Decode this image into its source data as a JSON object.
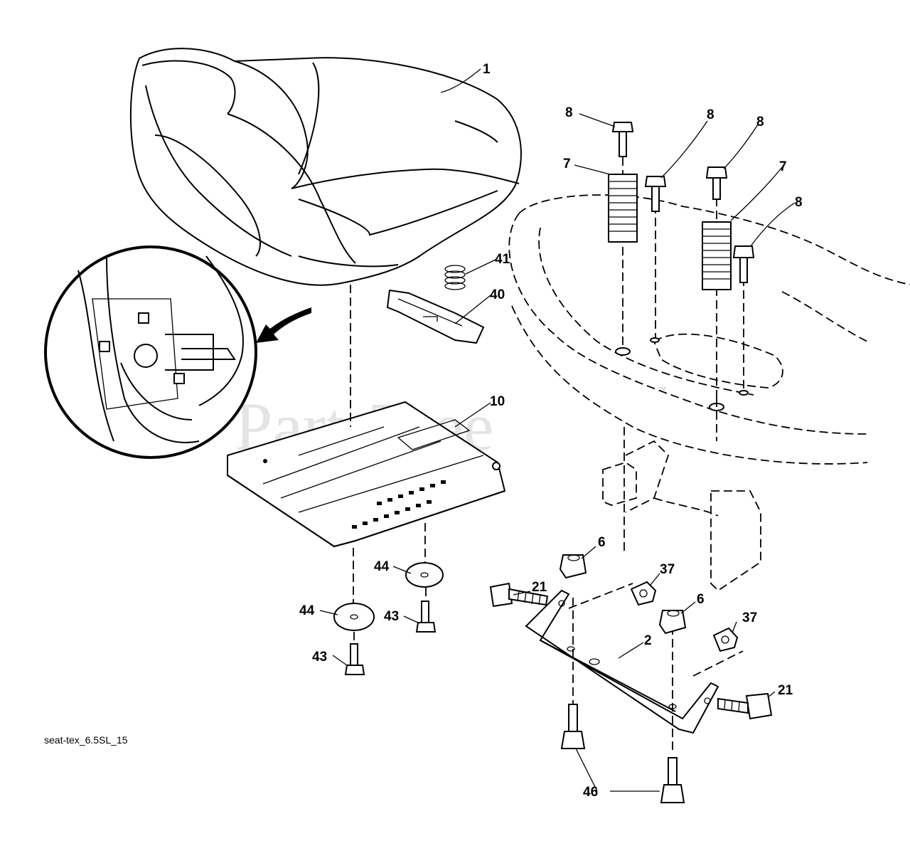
{
  "diagram": {
    "caption": "seat-tex_6.5SL_15",
    "watermark": "PartsTree",
    "watermark_mark": "™",
    "callouts": {
      "c1": "1",
      "c2": "2",
      "c6a": "6",
      "c6b": "6",
      "c7a": "7",
      "c7b": "7",
      "c8a": "8",
      "c8b": "8",
      "c8c": "8",
      "c8d": "8",
      "c10": "10",
      "c21a": "21",
      "c21b": "21",
      "c37a": "37",
      "c37b": "37",
      "c40": "40",
      "c41": "41",
      "c43a": "43",
      "c43b": "43",
      "c44a": "44",
      "c44b": "44",
      "c46": "46"
    }
  }
}
